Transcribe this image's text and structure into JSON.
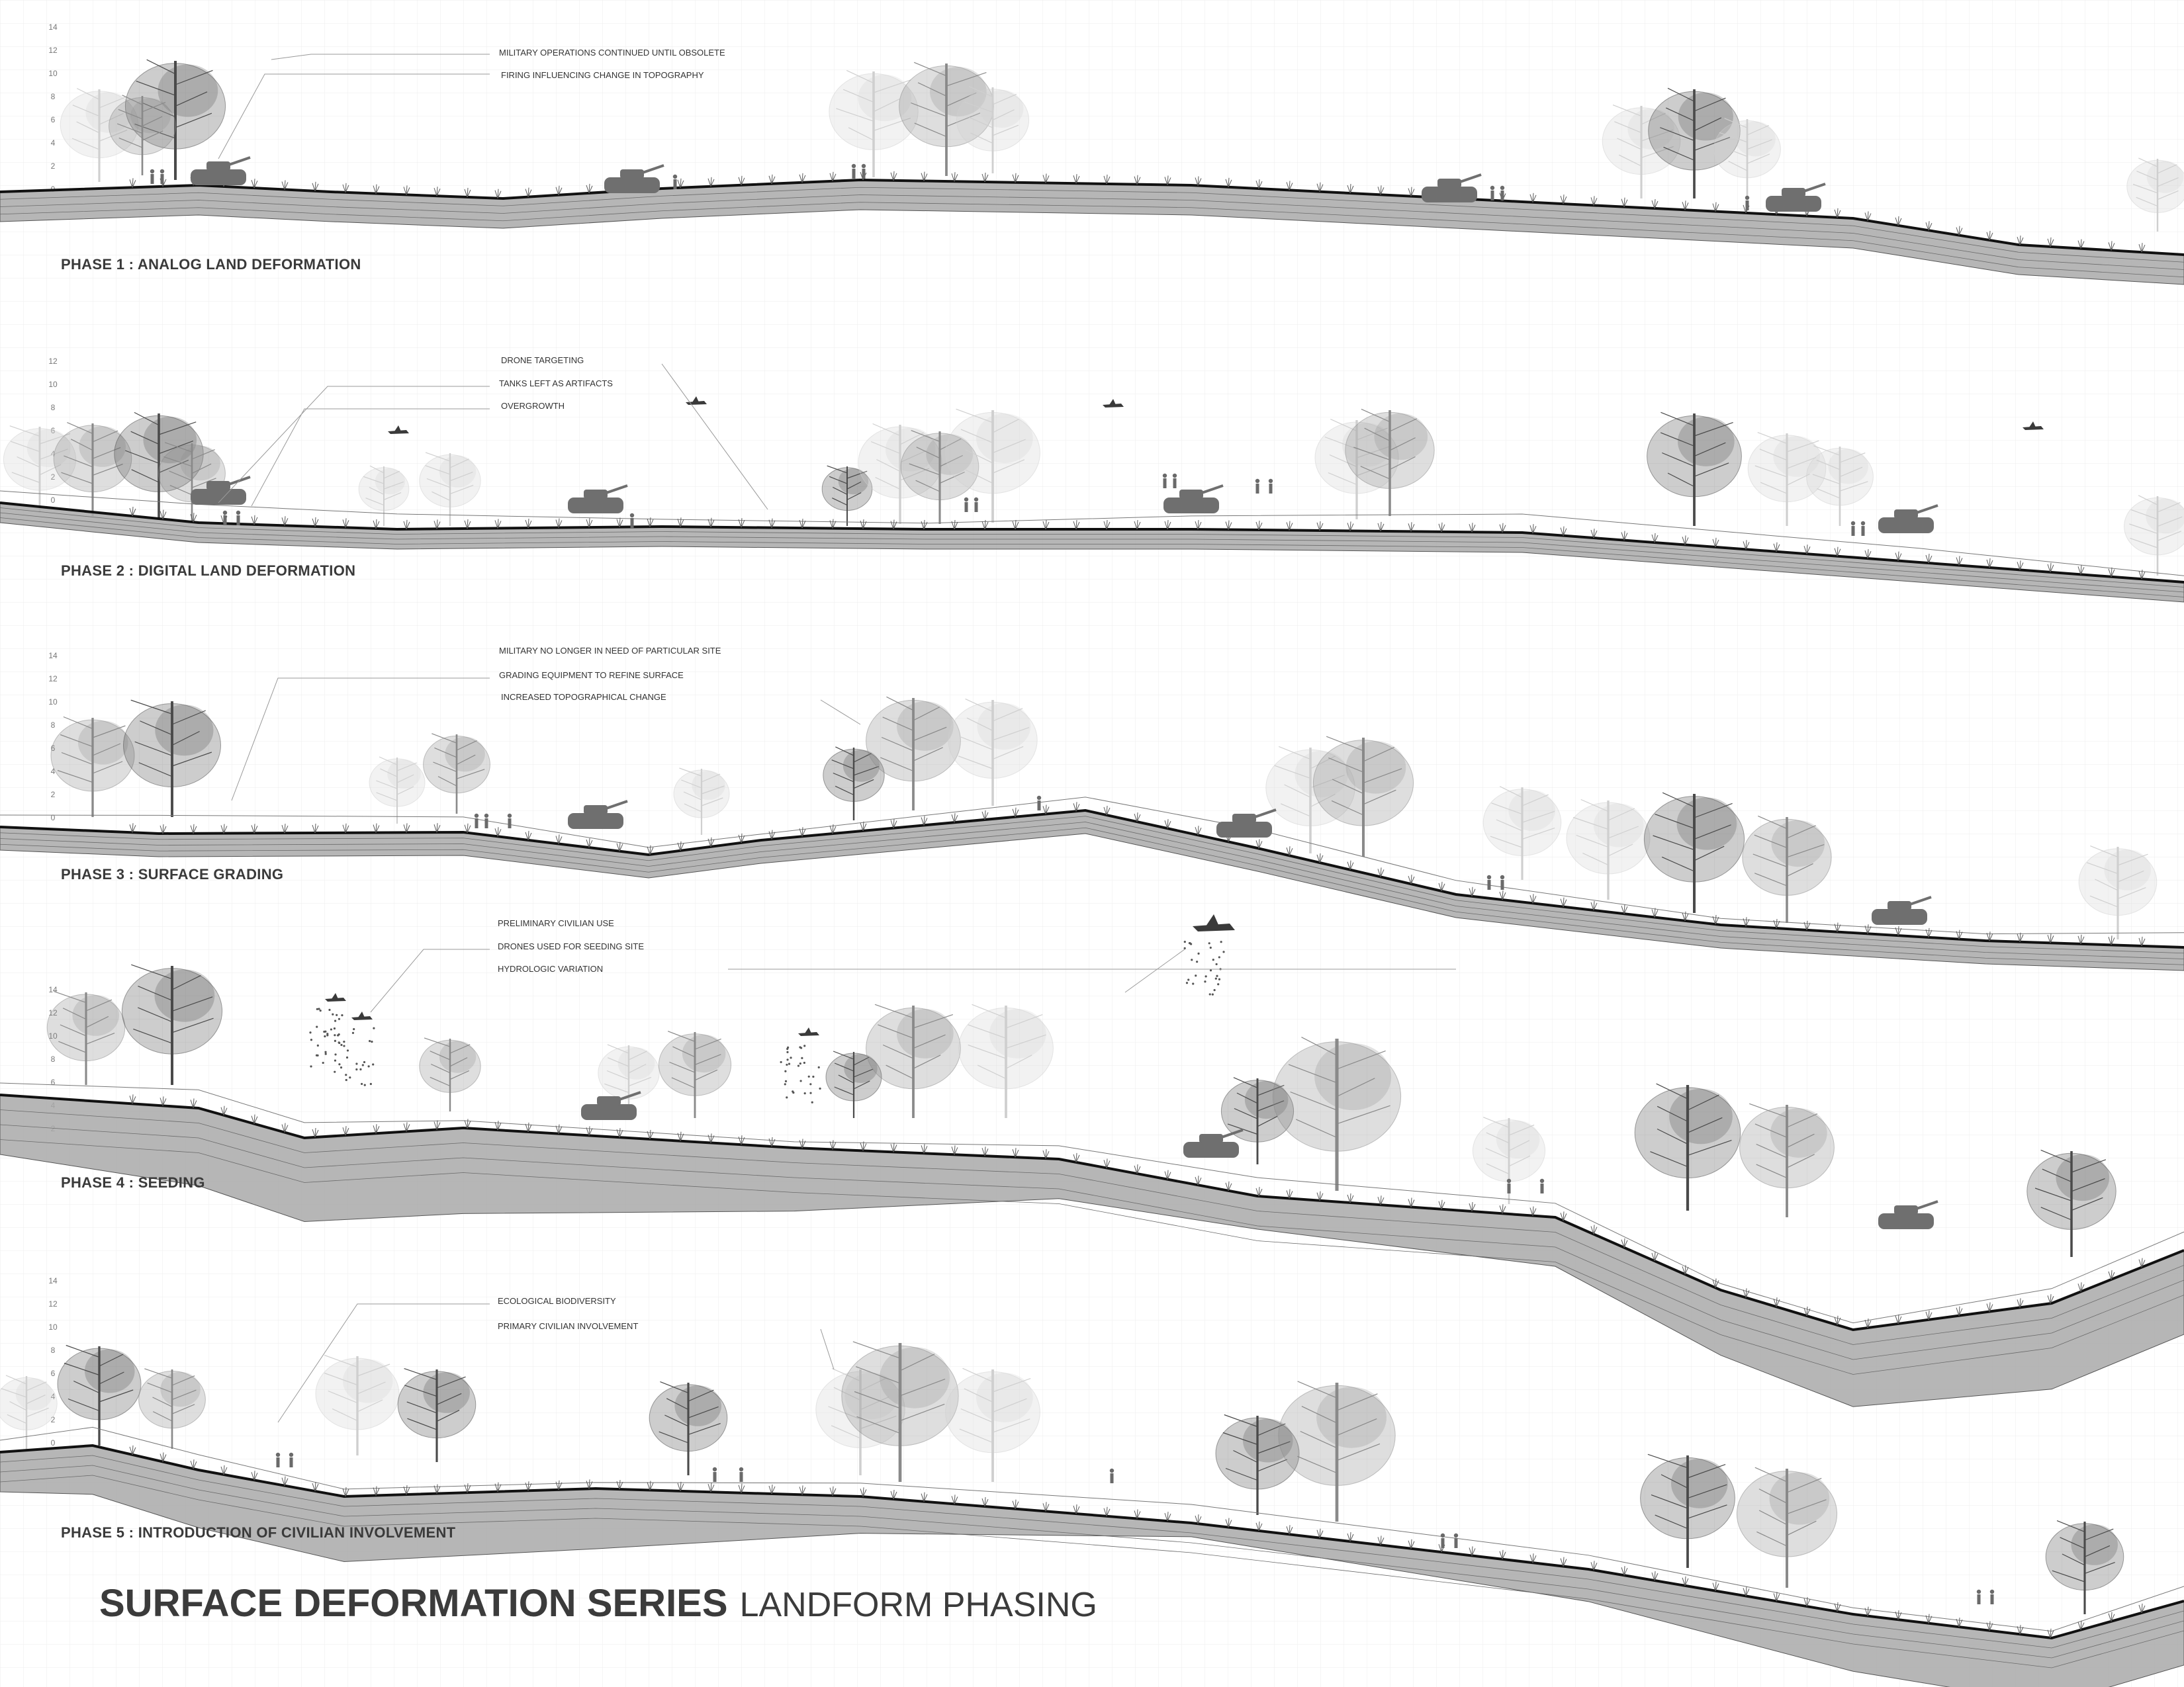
{
  "sheet": {
    "title_bold": "SURFACE DEFORMATION SERIES",
    "title_light": "LANDFORM PHASING"
  },
  "phases": [
    {
      "label": "PHASE 1 : ANALOG LAND DEFORMATION",
      "scale_ticks": [
        "14",
        "12",
        "10",
        "8",
        "6",
        "4",
        "2",
        "0"
      ],
      "notes": [
        "MILITARY OPERATIONS CONTINUED UNTIL OBSOLETE",
        "FIRING INFLUENCING CHANGE IN TOPOGRAPHY"
      ]
    },
    {
      "label": "PHASE 2 :  DIGITAL LAND DEFORMATION",
      "scale_ticks": [
        "12",
        "10",
        "8",
        "6",
        "4",
        "2",
        "0"
      ],
      "notes": [
        "DRONE TARGETING",
        "TANKS LEFT AS ARTIFACTS",
        "OVERGROWTH"
      ]
    },
    {
      "label": "PHASE 3 :  SURFACE GRADING",
      "scale_ticks": [
        "14",
        "12",
        "10",
        "8",
        "6",
        "4",
        "2",
        "0"
      ],
      "notes": [
        "MILITARY NO LONGER IN NEED OF PARTICULAR SITE",
        "GRADING EQUIPMENT TO REFINE SURFACE",
        "INCREASED TOPOGRAPHICAL CHANGE"
      ]
    },
    {
      "label": "PHASE 4 :  SEEDING",
      "scale_ticks": [
        "14",
        "12",
        "10",
        "8",
        "6",
        "4",
        "2"
      ],
      "notes": [
        "PRELIMINARY CIVILIAN USE",
        "DRONES USED FOR SEEDING SITE",
        "HYDROLOGIC VARIATION"
      ]
    },
    {
      "label": "PHASE 5 :  INTRODUCTION OF CIVILIAN INVOLVEMENT",
      "scale_ticks": [
        "14",
        "12",
        "10",
        "8",
        "6",
        "4",
        "2",
        "0"
      ],
      "notes": [
        "ECOLOGICAL BIODIVERSITY",
        "PRIMARY CIVILIAN INVOLVEMENT"
      ]
    }
  ],
  "colors": {
    "grid": "#eeeeee",
    "ground_fill": "#a9a9a9",
    "ground_line": "#111111",
    "tree_dark": "#4a4a4a",
    "tree_mid": "#8a8a8a",
    "tree_light": "#cfcfcf",
    "vehicle": "#6f6f6f",
    "text": "#3a3a3a"
  },
  "icons": [
    "tree-icon",
    "tank-icon",
    "drone-icon",
    "person-icon"
  ]
}
